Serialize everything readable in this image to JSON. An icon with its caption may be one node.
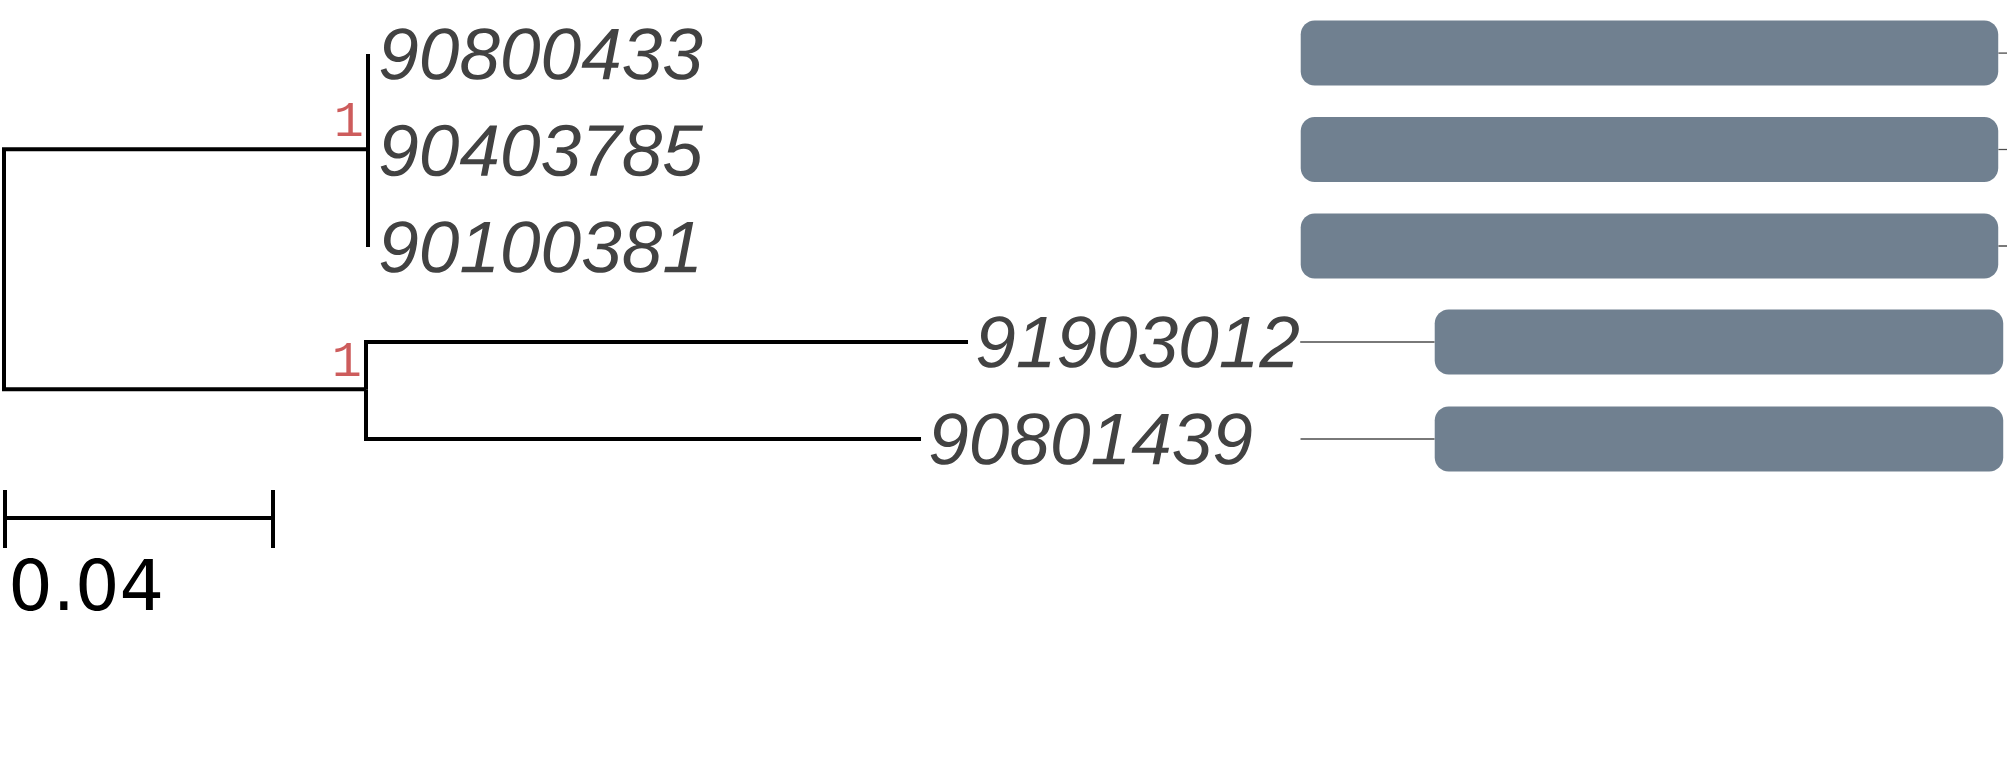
{
  "diagram": {
    "nodes": [
      {
        "text": [
          "90800433"
        ]
      },
      {
        "text": [],
        "shape": "bar"
      },
      {
        "text": [
          "1"
        ]
      },
      {
        "text": [
          "90403785"
        ]
      },
      {
        "text": [],
        "shape": "bar"
      },
      {
        "text": [
          "90100381"
        ]
      },
      {
        "text": [],
        "shape": "bar"
      },
      {
        "text": [
          "1"
        ]
      },
      {
        "text": [
          "91903012"
        ]
      },
      {
        "text": [],
        "shape": "bar"
      },
      {
        "text": [
          "90801439"
        ]
      },
      {
        "text": [],
        "shape": "bar"
      }
    ],
    "edges": [
      {
        "from": 2,
        "to": 7,
        "arrow": "none"
      },
      {
        "from": 2,
        "to": 0,
        "arrow": "none"
      },
      {
        "from": 2,
        "to": 3,
        "arrow": "none"
      },
      {
        "from": 2,
        "to": 5,
        "arrow": "none"
      },
      {
        "from": 7,
        "to": 8,
        "arrow": "none"
      },
      {
        "from": 8,
        "to": 9,
        "arrow": "none",
        "color": "#4d4d4d"
      },
      {
        "from": 7,
        "to": 10,
        "arrow": "none"
      },
      {
        "from": 10,
        "to": 11,
        "arrow": "none",
        "color": "#4d4d4d"
      }
    ],
    "labels": [
      "0.04"
    ]
  }
}
